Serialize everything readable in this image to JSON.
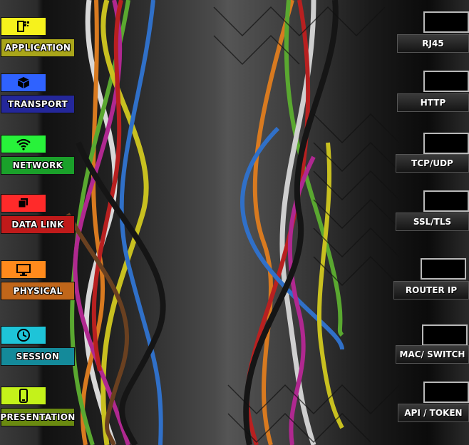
{
  "layers": [
    {
      "id": "application",
      "label": "APPLICATION",
      "color": "#f6f21c",
      "label_color": "#a9a51a",
      "icon": "app-grid-icon"
    },
    {
      "id": "transport",
      "label": "TRANSPORT",
      "color": "#2f62ff",
      "label_color": "#24279a",
      "icon": "package-icon"
    },
    {
      "id": "network",
      "label": "NETWORK",
      "color": "#28f23a",
      "label_color": "#1aa02a",
      "icon": "wifi-icon"
    },
    {
      "id": "data-link",
      "label": "DATA LINK",
      "color": "#ff2a2a",
      "label_color": "#c01a1a",
      "icon": "stack-icon"
    },
    {
      "id": "physical",
      "label": "PHYSICAL",
      "color": "#ff8a1c",
      "label_color": "#c0661a",
      "icon": "monitor-icon"
    },
    {
      "id": "session",
      "label": "SESSION",
      "color": "#1ec4d8",
      "label_color": "#148a9a",
      "icon": "clock-icon"
    },
    {
      "id": "presentation",
      "label": "PRESENTATION",
      "color": "#c4f21a",
      "label_color": "#6a8a10",
      "icon": "phone-icon"
    }
  ],
  "targets": [
    {
      "id": "rj45",
      "label": "RJ45"
    },
    {
      "id": "http",
      "label": "HTTP"
    },
    {
      "id": "tcp-udp",
      "label": "TCP/UDP"
    },
    {
      "id": "ssl-tls",
      "label": "SSL/TLS"
    },
    {
      "id": "router-ip",
      "label": "ROUTER IP"
    },
    {
      "id": "mac-switch",
      "label": "MAC/ SWITCH"
    },
    {
      "id": "api-token",
      "label": "API / TOKEN"
    }
  ]
}
